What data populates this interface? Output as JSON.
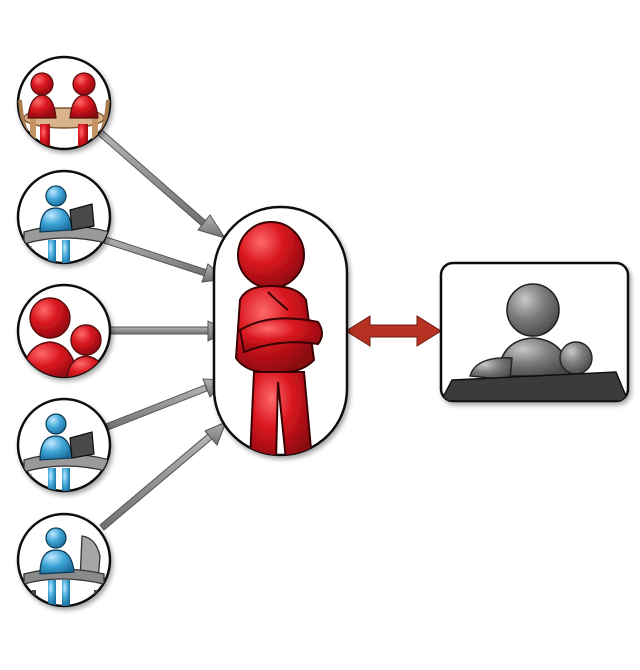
{
  "diagram": {
    "type": "hub-and-spoke",
    "sources": [
      {
        "id": "meeting",
        "icon": "two-red-figures-at-table-icon",
        "color": "#d01f26"
      },
      {
        "id": "computer-user-1",
        "icon": "blue-figure-at-laptop-icon",
        "color": "#3fa6d8"
      },
      {
        "id": "pair",
        "icon": "two-red-figures-icon",
        "color": "#d01f26"
      },
      {
        "id": "computer-user-2",
        "icon": "blue-figure-at-laptop-icon",
        "color": "#3fa6d8"
      },
      {
        "id": "desk-user",
        "icon": "blue-figure-in-office-chair-icon",
        "color": "#3fa6d8"
      }
    ],
    "hub": {
      "icon": "red-figure-arms-crossed-icon",
      "color": "#d01f26"
    },
    "target": {
      "icon": "gray-figure-at-desk-icon",
      "color": "#7b7b7b"
    },
    "arrows": {
      "inbound_color": "#8c8c8c",
      "bidirectional_color": "#b83224"
    }
  }
}
